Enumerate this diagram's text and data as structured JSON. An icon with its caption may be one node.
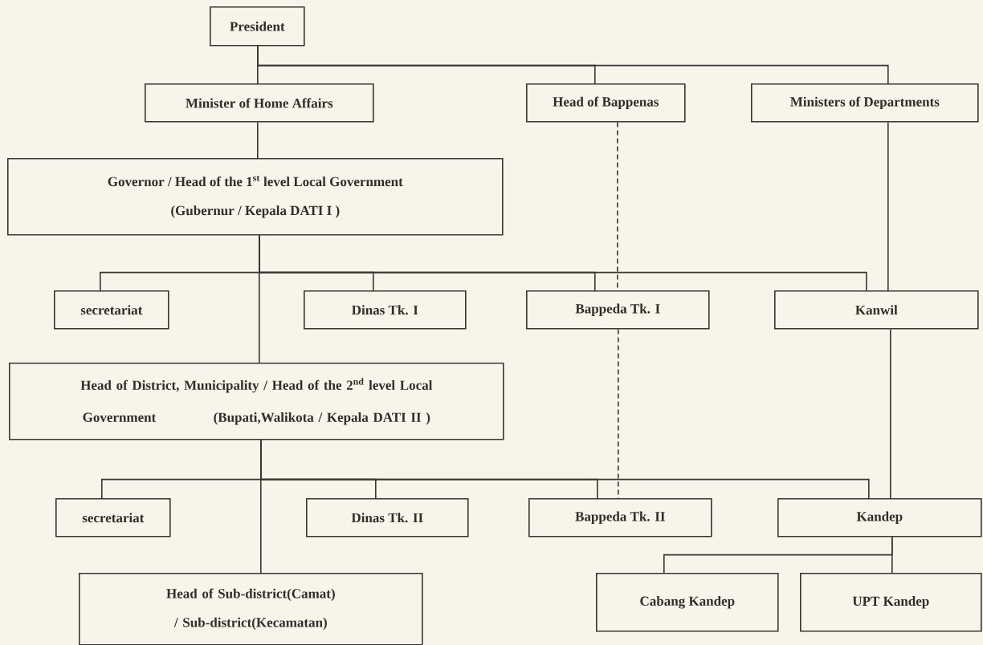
{
  "diagram": {
    "nodes": [
      {
        "text": [
          "President"
        ]
      },
      {
        "text": [
          "Minister of Home Affairs"
        ]
      },
      {
        "text": [
          "Head of Bappenas"
        ]
      },
      {
        "text": [
          "Ministers of Departments"
        ]
      },
      {
        "text": [
          "Governor / Head of the 1$^{st}$ level Local Government",
          "(Gubernur / Kepala DATI I )"
        ]
      },
      {
        "text": [
          "secretariat"
        ]
      },
      {
        "text": [
          "Dinas Tk. I"
        ]
      },
      {
        "text": [
          "Bappeda Tk. I"
        ]
      },
      {
        "text": [
          "Kanwil"
        ]
      },
      {
        "text": [
          "Head of District, Municipality / Head of the 2$^{nd}$ level Local Government",
          "(Bupati,Walikota / Kepala DATI II )"
        ]
      },
      {
        "text": [
          "secretariat"
        ]
      },
      {
        "text": [
          "Dinas Tk. II"
        ]
      },
      {
        "text": [
          "Bappeda Tk. II"
        ]
      },
      {
        "text": [
          "Kandep"
        ]
      },
      {
        "text": [
          "Head of Sub-district(Camat) / Sub-district(Kecamatan)"
        ]
      },
      {
        "text": [
          "Cabang Kandep"
        ]
      },
      {
        "text": [
          "UPT Kandep"
        ]
      }
    ],
    "edges": [
      {
        "from": 0,
        "to": 1,
        "arrow": "none"
      },
      {
        "from": 0,
        "to": 2,
        "arrow": "none"
      },
      {
        "from": 0,
        "to": 3,
        "arrow": "none"
      },
      {
        "from": 1,
        "to": 4,
        "arrow": "none"
      },
      {
        "from": 4,
        "to": 5,
        "arrow": "none"
      },
      {
        "from": 4,
        "to": 6,
        "arrow": "none"
      },
      {
        "from": 4,
        "to": 7,
        "arrow": "none"
      },
      {
        "from": 4,
        "to": 8,
        "arrow": "none"
      },
      {
        "from": 2,
        "to": 7,
        "arrow": "none",
        "style": "dashed"
      },
      {
        "from": 3,
        "to": 8,
        "arrow": "none"
      },
      {
        "from": 4,
        "to": 9,
        "arrow": "none"
      },
      {
        "from": 9,
        "to": 10,
        "arrow": "none"
      },
      {
        "from": 9,
        "to": 11,
        "arrow": "none"
      },
      {
        "from": 9,
        "to": 12,
        "arrow": "none"
      },
      {
        "from": 9,
        "to": 13,
        "arrow": "none"
      },
      {
        "from": 7,
        "to": 12,
        "arrow": "none",
        "style": "dashed"
      },
      {
        "from": 8,
        "to": 13,
        "arrow": "none"
      },
      {
        "from": 9,
        "to": 14,
        "arrow": "none"
      },
      {
        "from": 13,
        "to": 15,
        "arrow": "none"
      },
      {
        "from": 13,
        "to": 16,
        "arrow": "none"
      }
    ]
  }
}
